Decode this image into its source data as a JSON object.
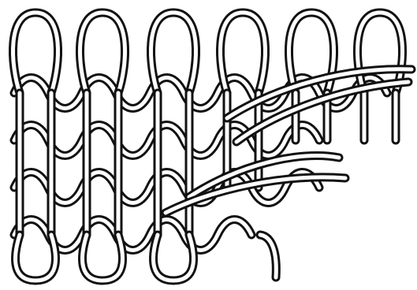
{
  "diagram": {
    "subject": "knitted-fabric-stitch-structure",
    "colors": {
      "yarn_outline": "#111111",
      "yarn_fill": "#ffffff",
      "background": "#ffffff"
    },
    "wales": 6,
    "courses": 4,
    "top_loop_count": 6,
    "bottom_loop_count": 3,
    "bias_strand_count": 4
  }
}
